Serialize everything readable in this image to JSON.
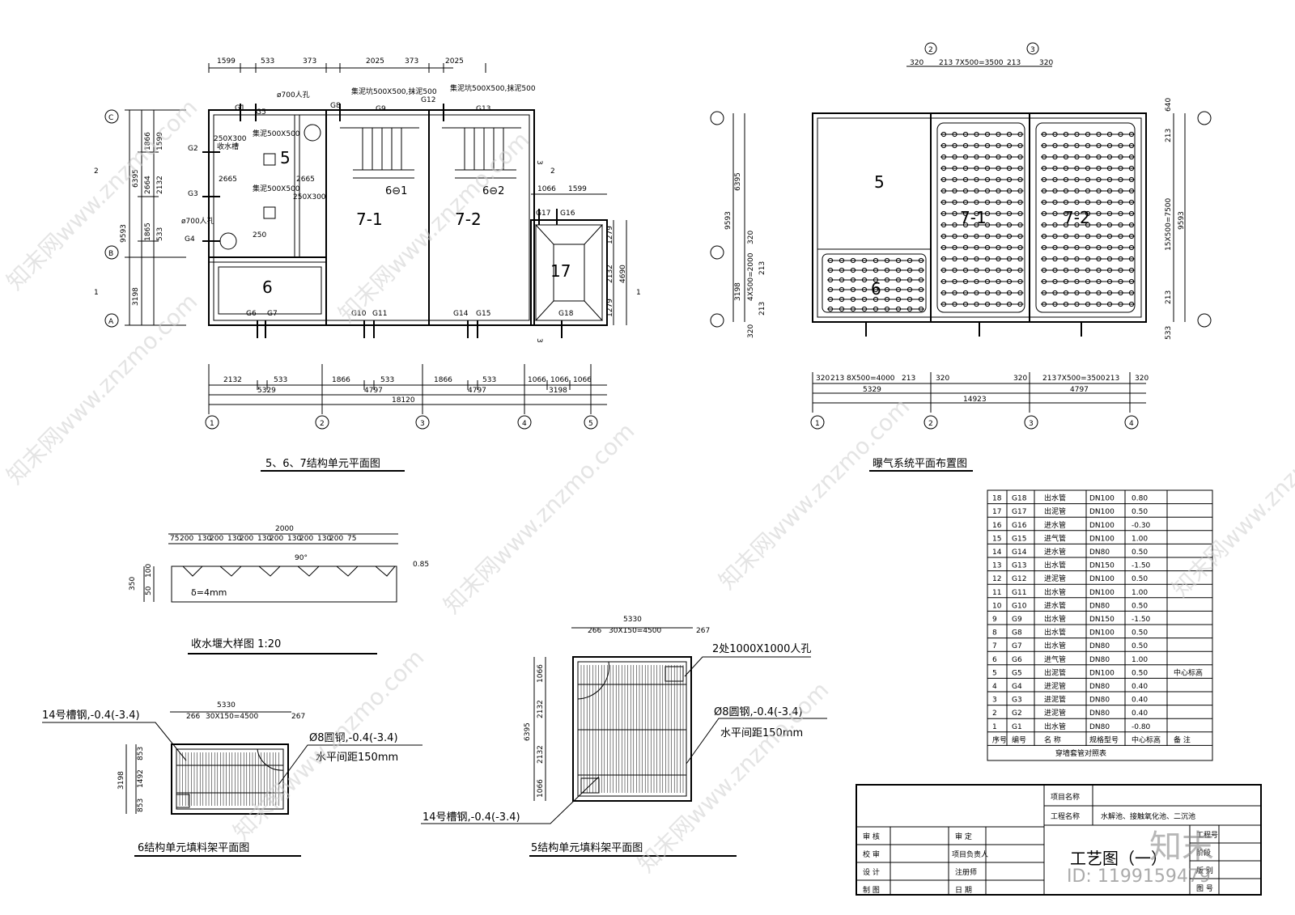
{
  "plan1": {
    "title": "5、6、7结构单元平面图",
    "top_dims": [
      "1599",
      "533",
      "373",
      "2025",
      "373",
      "2025"
    ],
    "left_dims": [
      "1866",
      "1599",
      "6395",
      "2664",
      "2132",
      "9593",
      "1865",
      "533",
      "3198"
    ],
    "bottom_row1": [
      "2132",
      "533",
      "1866",
      "533",
      "1866",
      "533",
      "1066",
      "1066",
      "1066"
    ],
    "bottom_row2": [
      "5329",
      "4797",
      "4797",
      "3198"
    ],
    "bottom_total": "18120",
    "axes_x": [
      "1",
      "2",
      "3",
      "4",
      "5"
    ],
    "axes_y": [
      "C",
      "B",
      "A"
    ],
    "units": [
      "5",
      "6",
      "7-1",
      "7-2",
      "17"
    ],
    "pipe_tags": [
      "G1",
      "G2",
      "G3",
      "G4",
      "G5",
      "G6",
      "G7",
      "G8",
      "G9",
      "G10",
      "G11",
      "G12",
      "G13",
      "G14",
      "G15",
      "G16",
      "G17",
      "G18"
    ],
    "notes": [
      "ø700人孔",
      "集泥坑500X500,抹泥500",
      "集泥坑500X500,抹泥500",
      "250X300",
      "收水槽",
      "集泥500X500",
      "集泥500X500",
      "250X300",
      "ø700人孔",
      "250",
      "2665",
      "2665",
      "6⊖1",
      "6⊖2"
    ],
    "right_dims": [
      "1066",
      "1599",
      "1279",
      "2132",
      "4690",
      "1279"
    ],
    "sections": [
      "2",
      "1",
      "2",
      "1",
      "3",
      "3"
    ]
  },
  "plan2": {
    "title": "曝气系统平面布置图",
    "top_dims": [
      "320",
      "213",
      "7X500=3500",
      "213",
      "320"
    ],
    "left_dims": [
      "6395",
      "9593",
      "320",
      "3198",
      "4X500=2000",
      "213",
      "213",
      "320"
    ],
    "right_dims": [
      "640",
      "213",
      "15X500=7500",
      "9593",
      "213",
      "533"
    ],
    "bottom_row1": [
      "320",
      "213",
      "8X500=4000",
      "213",
      "320",
      "320",
      "213",
      "7X500=3500",
      "213",
      "320"
    ],
    "bottom_row2": [
      "5329",
      "4797"
    ],
    "bottom_total": "14923",
    "axes_x": [
      "1",
      "2",
      "3",
      "4"
    ],
    "axes_top": [
      "2",
      "3"
    ],
    "units": [
      "5",
      "6",
      "7-1",
      "7-2"
    ]
  },
  "weir": {
    "title": "收水堰大样图 1:20",
    "total": "2000",
    "dims": [
      "75",
      "200",
      "130",
      "200",
      "130",
      "200",
      "130",
      "200",
      "130",
      "200",
      "130",
      "200",
      "75"
    ],
    "angle": "90°",
    "level": "0.85",
    "thickness": "δ=4mm",
    "heights": [
      "350",
      "100",
      "50"
    ]
  },
  "frame6": {
    "title": "6结构单元填料架平面图",
    "top_total": "5330",
    "top_dims": [
      "266",
      "30X150=4500",
      "267"
    ],
    "left_dims": [
      "3198",
      "853",
      "1492",
      "853"
    ],
    "label_channel": "14号槽钢,-0.4(-3.4)",
    "label_rod": "Ø8圆钢,-0.4(-3.4)",
    "label_spacing": "水平间距150mm"
  },
  "frame5": {
    "title": "5结构单元填料架平面图",
    "top_total": "5330",
    "top_dims": [
      "266",
      "30X150=4500",
      "267"
    ],
    "left_dims": [
      "1066",
      "6395",
      "2132",
      "2132",
      "1066"
    ],
    "label_manhole": "2处1000X1000人孔",
    "label_rod": "Ø8圆钢,-0.4(-3.4)",
    "label_spacing": "水平间距150mm",
    "label_channel": "14号槽钢,-0.4(-3.4)"
  },
  "pipe_table": {
    "caption": "穿墙套管对照表",
    "headers": [
      "序号",
      "编号",
      "名 称",
      "规格型号",
      "中心标高",
      "备 注"
    ],
    "rows": [
      [
        "18",
        "G18",
        "出水管",
        "DN100",
        "0.80",
        ""
      ],
      [
        "17",
        "G17",
        "出泥管",
        "DN100",
        "0.50",
        ""
      ],
      [
        "16",
        "G16",
        "进水管",
        "DN100",
        "-0.30",
        ""
      ],
      [
        "15",
        "G15",
        "进气管",
        "DN100",
        "1.00",
        ""
      ],
      [
        "14",
        "G14",
        "进水管",
        "DN80",
        "0.50",
        ""
      ],
      [
        "13",
        "G13",
        "出水管",
        "DN150",
        "-1.50",
        ""
      ],
      [
        "12",
        "G12",
        "进泥管",
        "DN100",
        "0.50",
        ""
      ],
      [
        "11",
        "G11",
        "出水管",
        "DN100",
        "1.00",
        ""
      ],
      [
        "10",
        "G10",
        "进水管",
        "DN80",
        "0.50",
        ""
      ],
      [
        "9",
        "G9",
        "出水管",
        "DN150",
        "-1.50",
        ""
      ],
      [
        "8",
        "G8",
        "出水管",
        "DN100",
        "0.50",
        ""
      ],
      [
        "7",
        "G7",
        "出水管",
        "DN80",
        "0.50",
        ""
      ],
      [
        "6",
        "G6",
        "进气管",
        "DN80",
        "1.00",
        ""
      ],
      [
        "5",
        "G5",
        "出泥管",
        "DN100",
        "0.50",
        "中心标高"
      ],
      [
        "4",
        "G4",
        "进泥管",
        "DN80",
        "0.40",
        ""
      ],
      [
        "3",
        "G3",
        "进泥管",
        "DN80",
        "0.40",
        ""
      ],
      [
        "2",
        "G2",
        "进泥管",
        "DN80",
        "0.40",
        ""
      ],
      [
        "1",
        "G1",
        "出水管",
        "DN80",
        "-0.80",
        ""
      ]
    ]
  },
  "title_block": {
    "project_name_label": "项目名称",
    "project_name_value": "",
    "work_name_label": "工程名称",
    "work_name_value": "水解池、接触氧化池、二沉池",
    "left_labels": [
      "审 核",
      "校 审",
      "设 计",
      "制 图"
    ],
    "mid_labels": [
      "审 定",
      "项目负责人",
      "注册师",
      "日 期"
    ],
    "drawing_title": "工艺图（一）",
    "right_labels": [
      "工程号",
      "阶段",
      "版 别",
      "图 号"
    ]
  },
  "watermark": {
    "text": "知末网www.znzmo.com",
    "logo": "知末",
    "id": "ID: 1199159479"
  }
}
